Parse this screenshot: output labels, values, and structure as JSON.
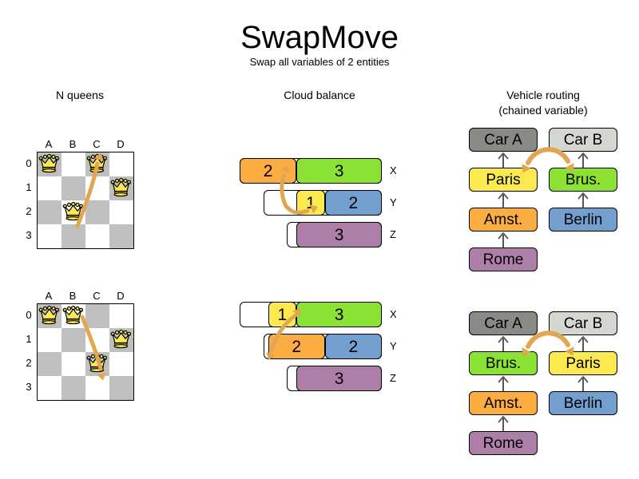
{
  "header": {
    "title": "SwapMove",
    "subtitle": "Swap all variables of 2 entities"
  },
  "sections": {
    "queens_heading": "N queens",
    "cloud_heading": "Cloud balance",
    "vrp_heading_line1": "Vehicle routing",
    "vrp_heading_line2": "(chained variable)"
  },
  "colors": {
    "orange": "#fbad41",
    "green": "#8ce234",
    "yellow": "#fce94f",
    "blue": "#739fcf",
    "purple": "#ad7fa8",
    "gray_dark": "#888a85",
    "gray_light": "#d3d7cf",
    "board_dark": "#bfbfbf",
    "board_light": "#ffffff",
    "arrow": "#e0a750",
    "chain_line": "#555753"
  },
  "queens": {
    "files": [
      "A",
      "B",
      "C",
      "D"
    ],
    "ranks": [
      "0",
      "1",
      "2",
      "3"
    ],
    "before": {
      "queens": [
        {
          "file": "A",
          "rank": "0"
        },
        {
          "file": "C",
          "rank": "0"
        },
        {
          "file": "D",
          "rank": "1"
        },
        {
          "file": "B",
          "rank": "2"
        }
      ],
      "move_arrow": {
        "from": "B2",
        "to": "C0"
      }
    },
    "after": {
      "queens": [
        {
          "file": "A",
          "rank": "0"
        },
        {
          "file": "B",
          "rank": "0"
        },
        {
          "file": "D",
          "rank": "1"
        },
        {
          "file": "C",
          "rank": "2"
        }
      ],
      "move_arrow": {
        "from": "B0",
        "to": "C2"
      }
    }
  },
  "cloud_balance": {
    "before": {
      "rows": [
        {
          "label": "X",
          "segments": [
            {
              "value": "2",
              "color": "#fbad41"
            },
            {
              "value": "3",
              "color": "#8ce234"
            }
          ]
        },
        {
          "label": "Y",
          "segments": [
            {
              "value": "1",
              "color": "#fce94f"
            },
            {
              "value": "2",
              "color": "#739fcf"
            }
          ]
        },
        {
          "label": "Z",
          "segments": [
            {
              "value": "3",
              "color": "#ad7fa8"
            }
          ]
        }
      ]
    },
    "after": {
      "rows": [
        {
          "label": "X",
          "segments": [
            {
              "value": "1",
              "color": "#fce94f"
            },
            {
              "value": "3",
              "color": "#8ce234"
            }
          ]
        },
        {
          "label": "Y",
          "segments": [
            {
              "value": "2",
              "color": "#fbad41"
            },
            {
              "value": "2",
              "color": "#739fcf"
            }
          ]
        },
        {
          "label": "Z",
          "segments": [
            {
              "value": "3",
              "color": "#ad7fa8"
            }
          ]
        }
      ]
    }
  },
  "vehicle_routing": {
    "before": {
      "left_chain": [
        {
          "label": "Car A",
          "color": "#888a85"
        },
        {
          "label": "Paris",
          "color": "#fce94f"
        },
        {
          "label": "Amst.",
          "color": "#fbad41"
        },
        {
          "label": "Rome",
          "color": "#ad7fa8"
        }
      ],
      "right_chain": [
        {
          "label": "Car B",
          "color": "#d3d7cf"
        },
        {
          "label": "Brus.",
          "color": "#8ce234"
        },
        {
          "label": "Berlin",
          "color": "#739fcf"
        }
      ]
    },
    "after": {
      "left_chain": [
        {
          "label": "Car A",
          "color": "#888a85"
        },
        {
          "label": "Brus.",
          "color": "#8ce234"
        },
        {
          "label": "Amst.",
          "color": "#fbad41"
        },
        {
          "label": "Rome",
          "color": "#ad7fa8"
        }
      ],
      "right_chain": [
        {
          "label": "Car B",
          "color": "#d3d7cf"
        },
        {
          "label": "Paris",
          "color": "#fce94f"
        },
        {
          "label": "Berlin",
          "color": "#739fcf"
        }
      ]
    }
  }
}
